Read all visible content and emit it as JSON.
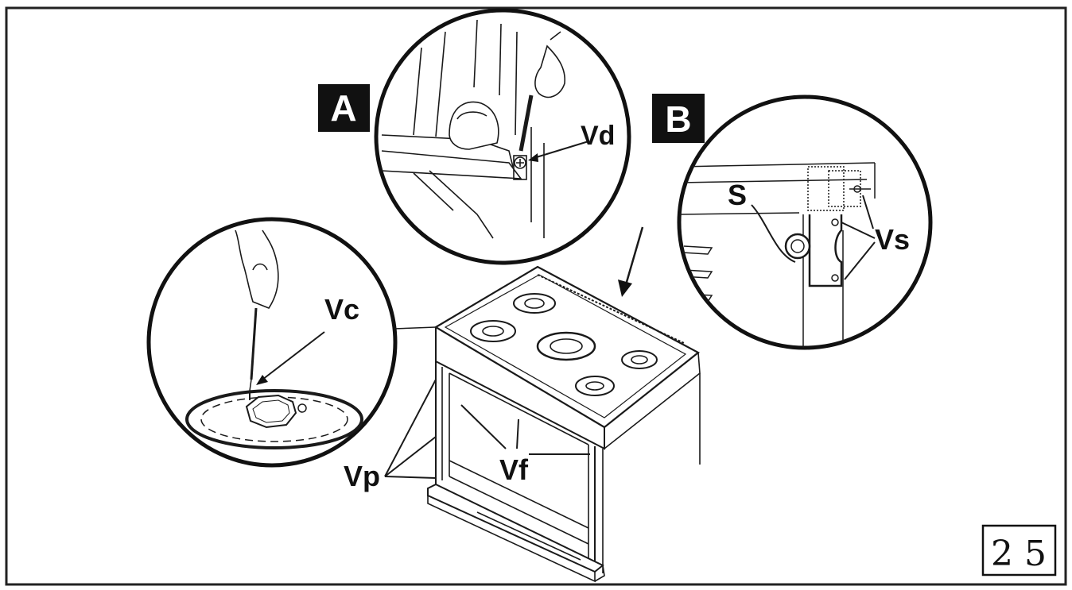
{
  "labels": {
    "detail_a": "A",
    "detail_b": "B",
    "vd": "Vd",
    "vc": "Vc",
    "s": "S",
    "vs": "Vs",
    "vp": "Vp",
    "vf": "Vf"
  },
  "page_number": "2 5"
}
